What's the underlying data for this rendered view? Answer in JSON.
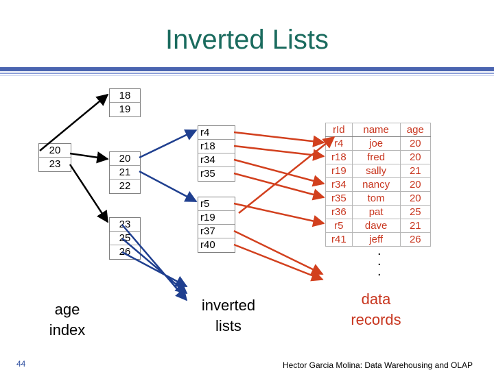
{
  "title": "Inverted Lists",
  "age_index": {
    "root": [
      "20",
      "23"
    ],
    "leaf_1": [
      "18",
      "19"
    ],
    "leaf_2": [
      "20",
      "21",
      "22"
    ],
    "leaf_3": [
      "23",
      "25",
      "26"
    ]
  },
  "inverted_lists": {
    "list_1": [
      "r4",
      "r18",
      "r34",
      "r35"
    ],
    "list_2": [
      "r5",
      "r19",
      "r37",
      "r40"
    ]
  },
  "data_records": {
    "headers": [
      "rId",
      "name",
      "age"
    ],
    "rows": [
      [
        "r4",
        "joe",
        "20"
      ],
      [
        "r18",
        "fred",
        "20"
      ],
      [
        "r19",
        "sally",
        "21"
      ],
      [
        "r34",
        "nancy",
        "20"
      ],
      [
        "r35",
        "tom",
        "20"
      ],
      [
        "r36",
        "pat",
        "25"
      ],
      [
        "r5",
        "dave",
        "21"
      ],
      [
        "r41",
        "jeff",
        "26"
      ]
    ],
    "continuation": "."
  },
  "labels": {
    "age_index_1": "age",
    "age_index_2": "index",
    "inverted_lists_1": "inverted",
    "inverted_lists_2": "lists",
    "data_records_1": "data",
    "data_records_2": "records"
  },
  "page_number": "44",
  "footer": "Hector Garcia Molina: Data Warehousing and OLAP",
  "colors": {
    "title": "#1a6b5e",
    "index_arrows": "#000000",
    "list_arrows": "#1f3f8f",
    "record_arrows": "#d2401e",
    "table_text": "#c8361f",
    "rule": "#4a64b0"
  }
}
